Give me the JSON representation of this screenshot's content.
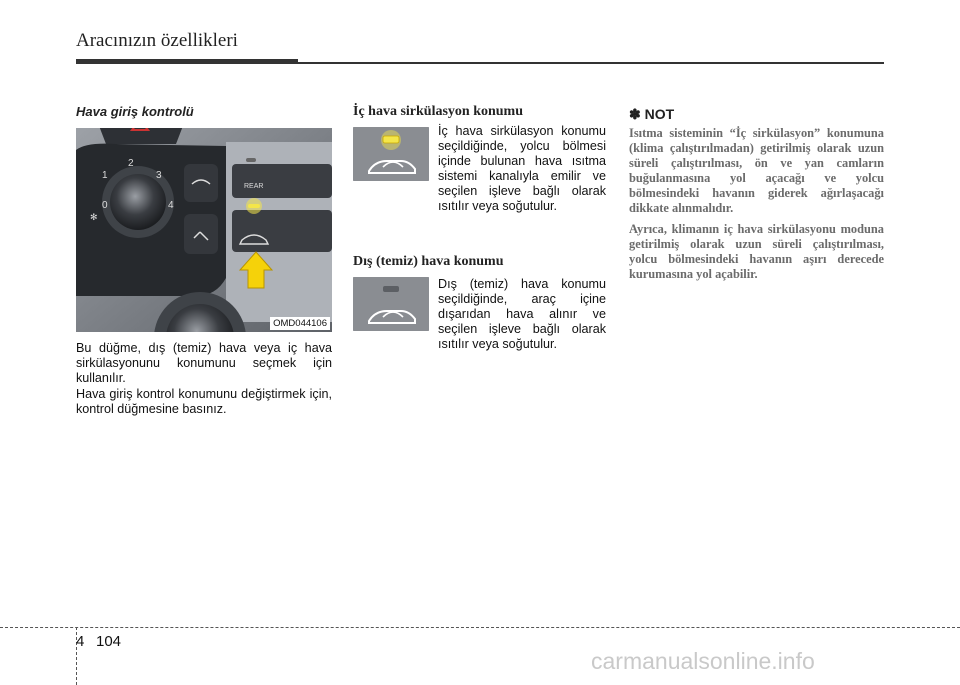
{
  "header": {
    "title": "Aracınızın özellikleri"
  },
  "left_column": {
    "heading": "Hava giriş kontrolü",
    "figure": {
      "label": "OMD044106",
      "dial_numbers": [
        "0",
        "1",
        "2",
        "3",
        "4"
      ],
      "rear_label": "REAR"
    },
    "paragraph1": "Bu düğme, dış (temiz) hava veya iç hava sirkülasyonunu konumunu seçmek için kullanılır.",
    "paragraph2": "Hava giriş kontrol konumunu değiştirmek için, kontrol düğmesine basınız."
  },
  "middle_column": {
    "recirc": {
      "heading": "İç hava sirkülasyon konumu",
      "text": "İç hava sirkülasyon konumu seçildiğinde, yolcu bölmesi içinde bulunan hava ısıtma sistemi kanalıyla emilir ve seçilen işleve bağlı olarak ısıtılır veya soğutulur."
    },
    "fresh": {
      "heading": "Dış (temiz) hava konumu",
      "text": "Dış (temiz) hava konumu seçildiğinde, araç içine dışarıdan hava alınır ve seçilen işleve bağlı olarak ısıtılır veya soğutulur."
    }
  },
  "note": {
    "symbol": "✽",
    "heading": "NOT",
    "paragraph1": "Isıtma sisteminin “İç sirkülasyon” konumuna (klima çalıştırılmadan) getirilmiş olarak uzun süreli çalıştırılması, ön ve yan camların buğulanmasına yol açacağı ve yolcu bölmesindeki havanın giderek ağırlaşacağı dikkate alınmalıdır.",
    "paragraph2": "Ayrıca, klimanın iç hava sirkülasyonu moduna getirilmiş olarak uzun süreli çalıştırılması, yolcu bölmesindeki havanın aşırı derecede kurumasına yol açabilir."
  },
  "footer": {
    "chapter": "4",
    "page": "104",
    "watermark": "carmanualsonline.info"
  },
  "colors": {
    "note_text": "#6b6b6b",
    "indicator_on": "#f4e64a",
    "arrow": "#f5d20a"
  }
}
